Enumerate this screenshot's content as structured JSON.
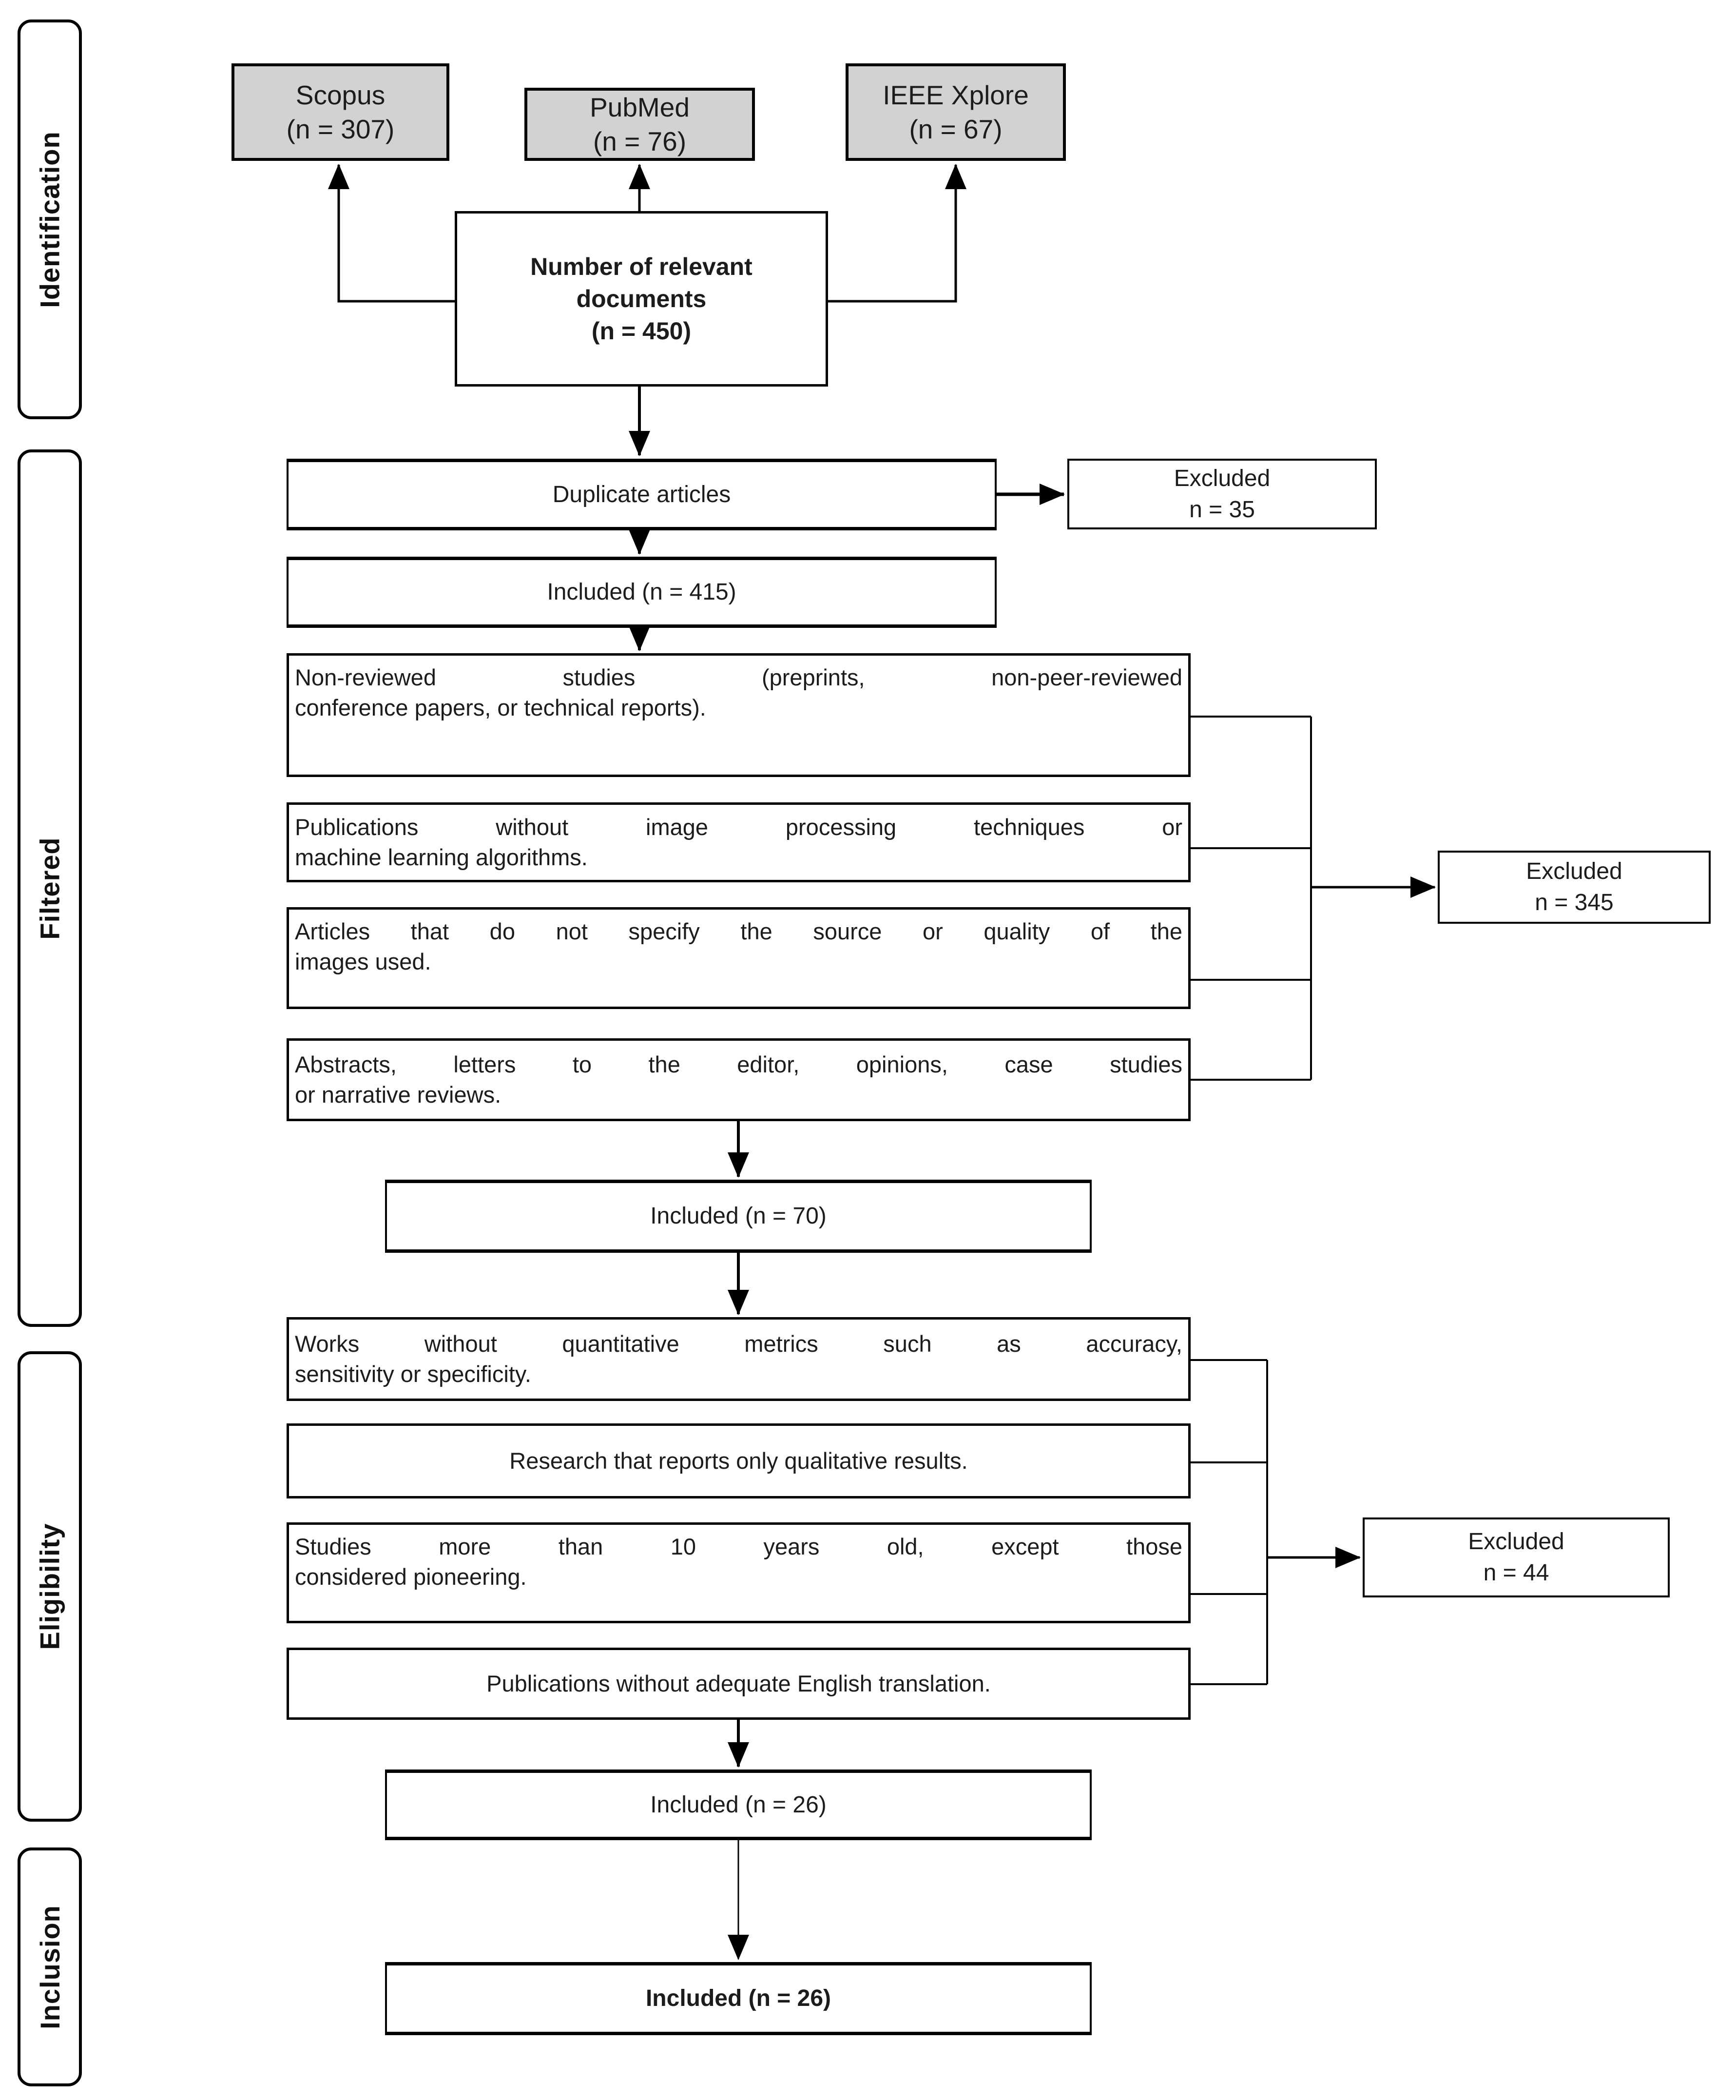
{
  "colors": {
    "background": "#ffffff",
    "border": "#000000",
    "source_fill": "#d2d2d2",
    "box_fill": "#ffffff",
    "text": "#1c1c1c"
  },
  "stages": [
    {
      "label": "Identification"
    },
    {
      "label": "Filtered"
    },
    {
      "label": "Eligibility"
    },
    {
      "label": "Inclusion"
    }
  ],
  "sources": [
    {
      "name": "Scopus",
      "count": "(n = 307)"
    },
    {
      "name": "PubMed",
      "count": "(n = 76)"
    },
    {
      "name": "IEEE Xplore",
      "count": "(n = 67)"
    }
  ],
  "relevant_docs": {
    "line1": "Number of relevant",
    "line2": "documents",
    "line3": "(n = 450)"
  },
  "flow": {
    "duplicate_articles": "Duplicate articles",
    "included_415": "Included (n = 415)",
    "included_70": "Included (n = 70)",
    "included_26": "Included (n = 26)",
    "included_26_final": "Included (n = 26)"
  },
  "excluded": {
    "duplicates": {
      "title": "Excluded",
      "count": "n = 35"
    },
    "filtered": {
      "title": "Excluded",
      "count": "n = 345"
    },
    "eligibility": {
      "title": "Excluded",
      "count": "n = 44"
    }
  },
  "filter_criteria": [
    {
      "line1": "Non-reviewed studies (preprints, non-peer-reviewed",
      "line2": "conference papers, or technical reports)."
    },
    {
      "line1": "Publications without image processing techniques or",
      "line2": "machine learning algorithms."
    },
    {
      "line1": "Articles that do not specify the source or quality of the",
      "line2": "images used."
    },
    {
      "line1": "Abstracts, letters to the editor, opinions, case studies",
      "line2": "or narrative reviews."
    }
  ],
  "eligibility_criteria": [
    {
      "line1": "Works without quantitative metrics such as accuracy,",
      "line2": "sensitivity or specificity."
    },
    {
      "line1": "Research that reports only qualitative results.",
      "line2": ""
    },
    {
      "line1": "Studies more than 10 years old, except those",
      "line2": "considered pioneering."
    },
    {
      "line1": "Publications without adequate English translation.",
      "line2": ""
    }
  ]
}
